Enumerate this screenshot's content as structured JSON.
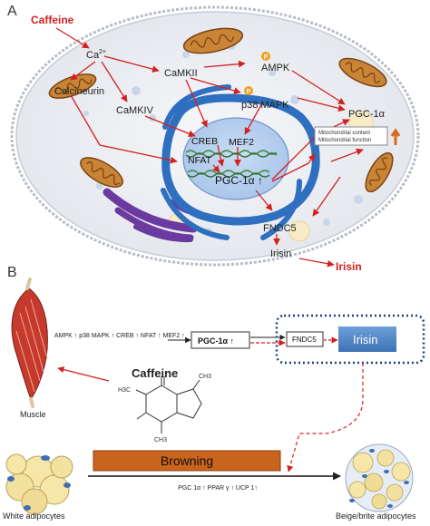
{
  "panel_a": {
    "letter": "A",
    "caffeine": "Caffeine",
    "ca": "Ca",
    "ca_sup": "2+",
    "calcineurin": "Calcineurin",
    "camkii": "CaMKII",
    "camkiv": "CaMKIV",
    "ampk": "AMPK",
    "p38": "p38 MAPK",
    "phospho": "P",
    "pgc_cyto": "PGC-1α",
    "creb": "CREB",
    "mef2": "MEF2",
    "nfat": "NFAT",
    "pgc_nuc": "PGC-1α ↑",
    "mito_box_line1": "Mitochondrial content",
    "mito_box_line2": "Mitochondrial function",
    "fndc5": "FNDC5",
    "irisin_cell": "Irisin",
    "irisin_out": "Irisin"
  },
  "panel_b": {
    "letter": "B",
    "pathway_text": "AMPK ↑ p38 MAPK ↑ CREB ↑ NFAT ↑ MEF2 ↑",
    "pgc_box": "PGC-1α ↑",
    "fndc5_box": "FNDC5",
    "irisin_box": "Irisin",
    "muscle": "Muscle",
    "caffeine": "Caffeine",
    "me1": "H3C",
    "me2": "CH3",
    "me3": "CH3",
    "browning": "Browning",
    "browning_markers": "PGC 1α ↑ PPAR γ ↑ UCP 1↑",
    "white": "White adipocytes",
    "beige": "Beige/brite adipocytes"
  },
  "colors": {
    "red": "#d42020",
    "cell_fill": "#eef0f4",
    "nucleus": "#2f6fc0",
    "er": "#6a3aa0",
    "mito": "#b5702a",
    "browning_bar": "#c8641e",
    "irisin_blue": "#4f86c6",
    "dotted_border": "#1f3f7a"
  }
}
